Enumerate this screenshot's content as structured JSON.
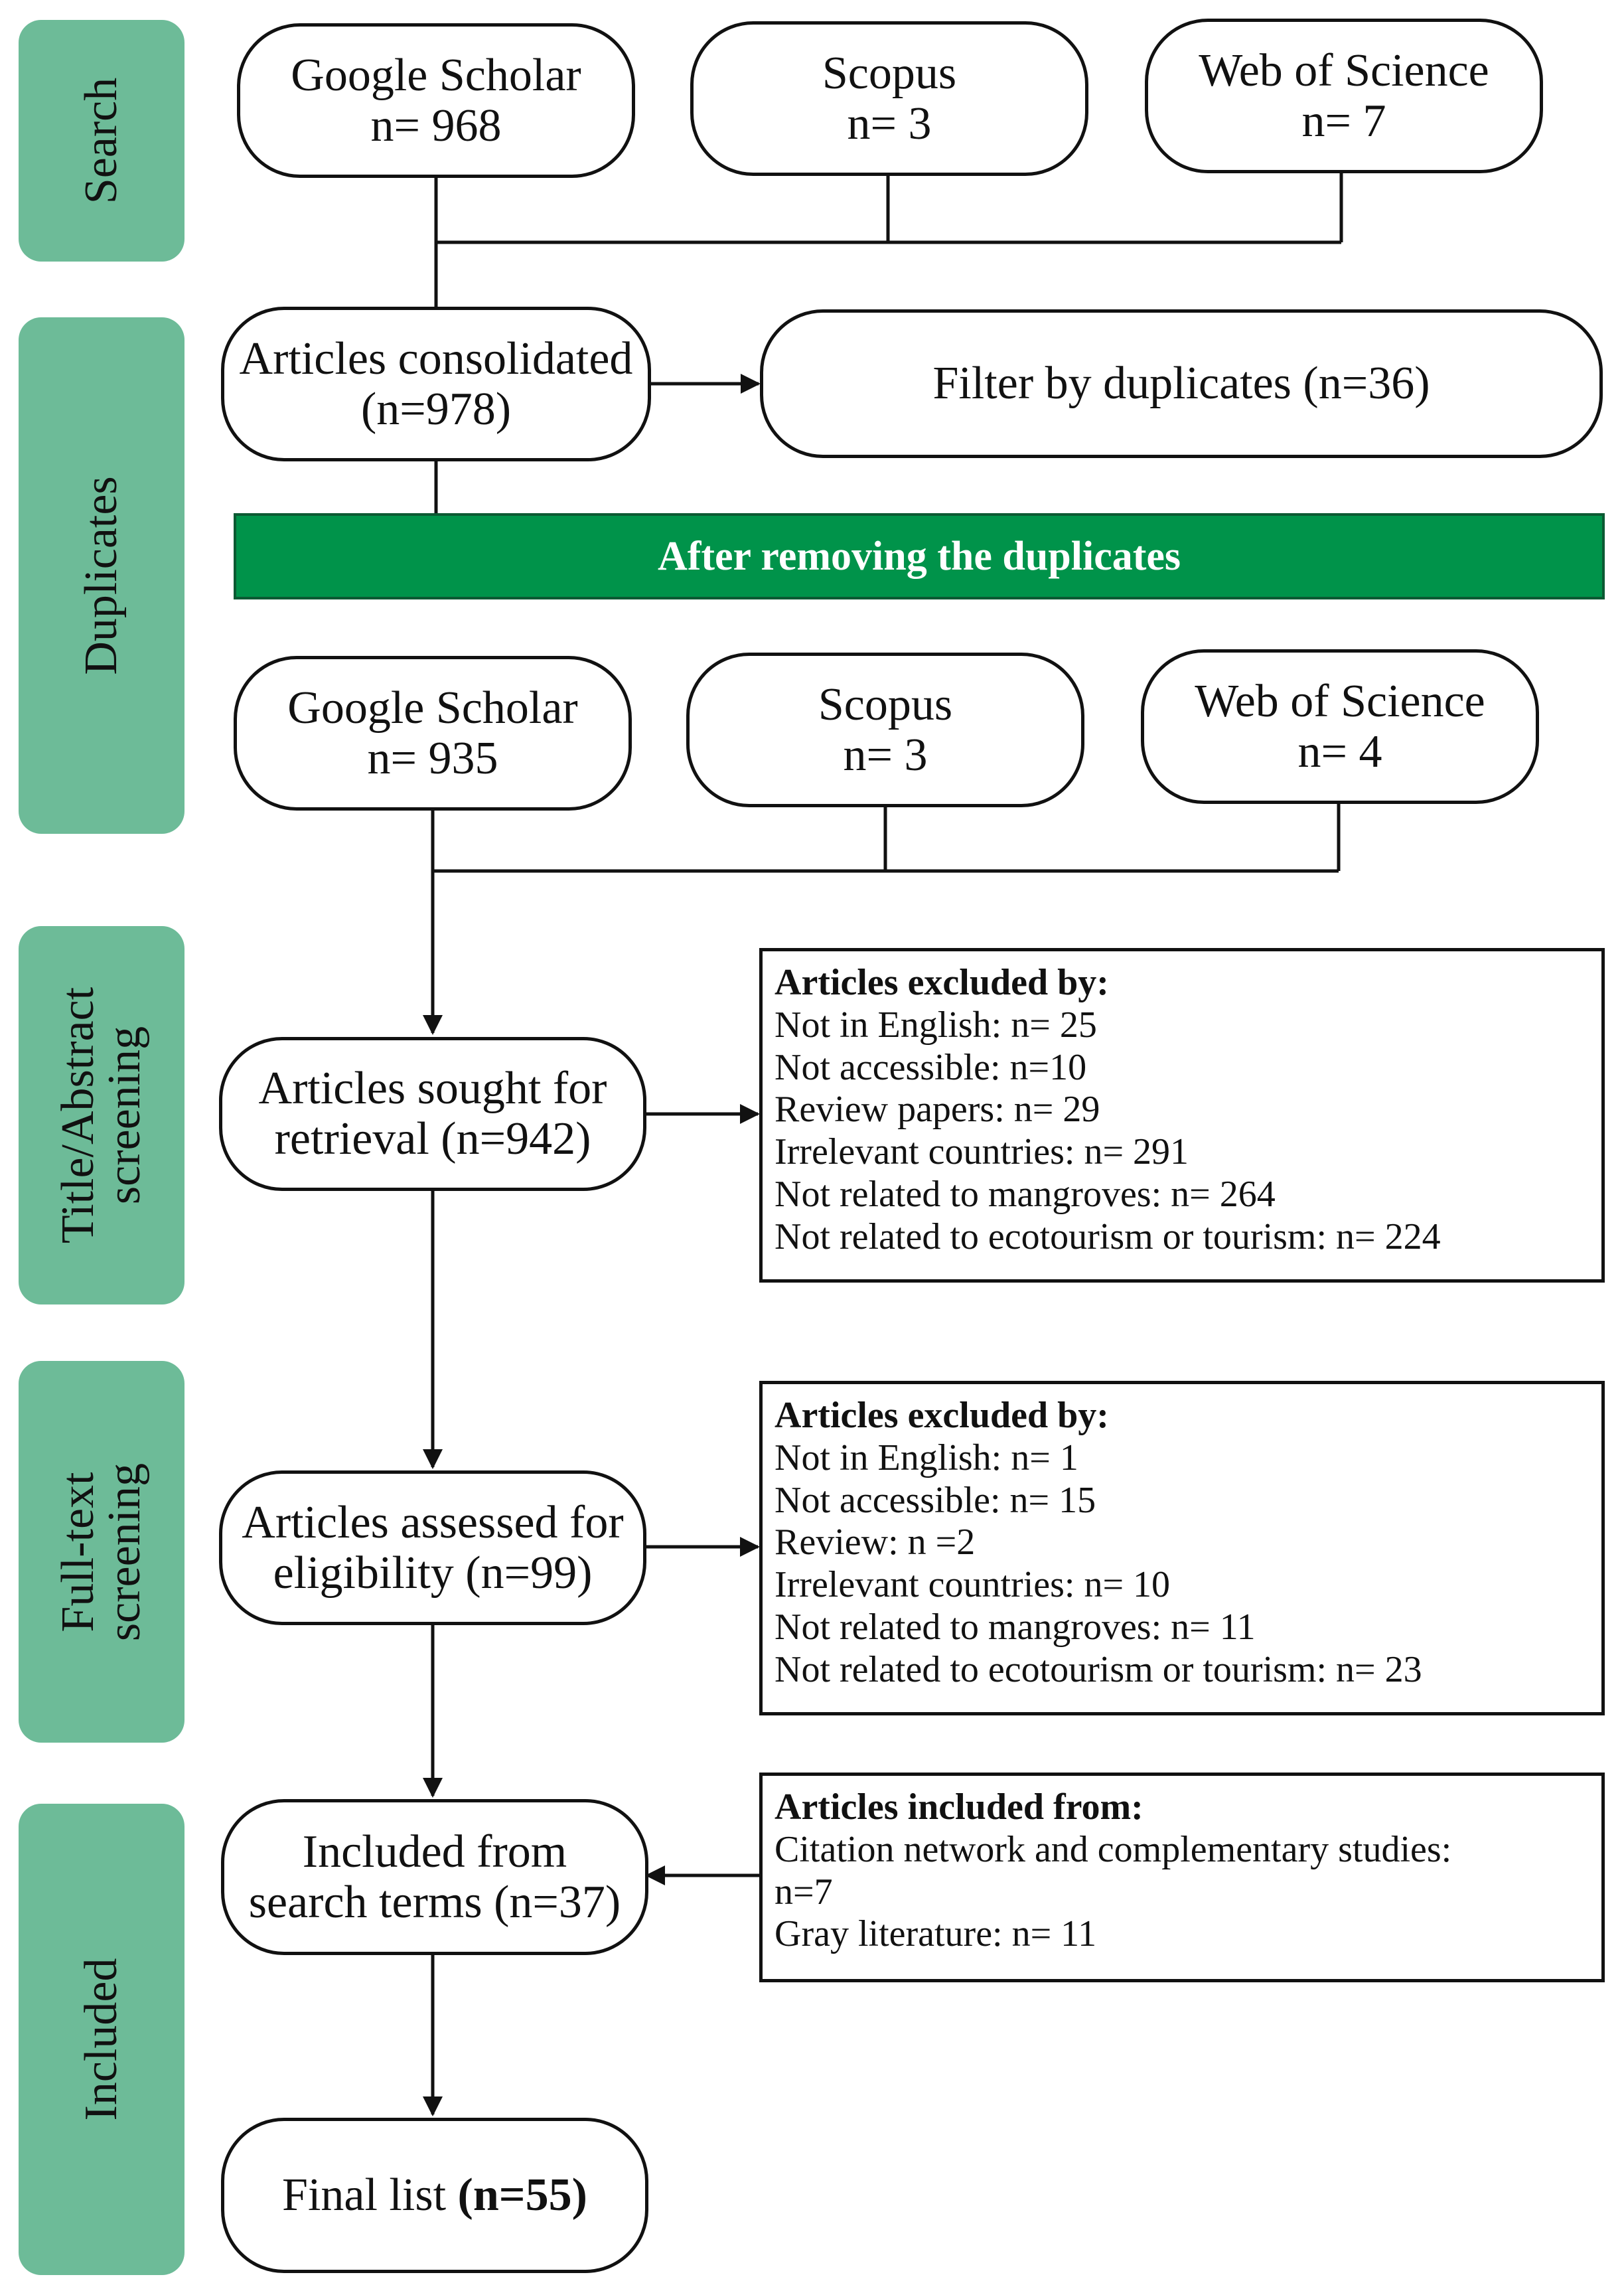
{
  "phases": {
    "search": "Search",
    "duplicates": "Duplicates",
    "title_abstract_1": "Title/Abstract",
    "title_abstract_2": "screening",
    "fulltext_1": "Full-text",
    "fulltext_2": "screening",
    "included": "Included"
  },
  "search": {
    "google": {
      "name": "Google Scholar",
      "count": "n= 968"
    },
    "scopus": {
      "name": "Scopus",
      "count": "n= 3"
    },
    "wos": {
      "name": "Web of Science",
      "count": "n= 7"
    }
  },
  "consolidated": {
    "line1": "Articles consolidated",
    "line2": "(n=978)"
  },
  "filter_duplicates": "Filter by duplicates (n=36)",
  "banner": "After removing the duplicates",
  "dedup": {
    "google": {
      "name": "Google Scholar",
      "count": "n= 935"
    },
    "scopus": {
      "name": "Scopus",
      "count": "n= 3"
    },
    "wos": {
      "name": "Web of Science",
      "count": "n= 4"
    }
  },
  "sought": {
    "line1": "Articles sought for",
    "line2": "retrieval (n=942)"
  },
  "excluded_1": {
    "heading": "Articles excluded by:",
    "items": [
      "Not in English: n= 25",
      "Not accessible: n=10",
      "Review papers: n= 29",
      "Irrelevant countries: n= 291",
      "Not related to mangroves: n= 264",
      "Not related to ecotourism or tourism: n= 224"
    ]
  },
  "assessed": {
    "line1": "Articles assessed for",
    "line2": "eligibility (n=99)"
  },
  "excluded_2": {
    "heading": "Articles excluded by:",
    "items": [
      "Not in English: n= 1",
      "Not accessible: n= 15",
      "Review: n =2",
      "Irrelevant countries: n= 10",
      "Not related to mangroves: n= 11",
      "Not related to ecotourism or tourism: n= 23"
    ]
  },
  "included_search": {
    "line1": "Included from",
    "line2": "search terms (n=37)"
  },
  "included_from": {
    "heading": "Articles included from:",
    "items": [
      "Citation network and complementary studies:",
      "n=7",
      "Gray literature: n= 11"
    ]
  },
  "final": {
    "label": "Final list ",
    "count": "(n=55)"
  },
  "colors": {
    "phase": "#6dbb98",
    "banner": "#00934a",
    "banner_text": "#ffffff",
    "stroke": "#111111"
  }
}
